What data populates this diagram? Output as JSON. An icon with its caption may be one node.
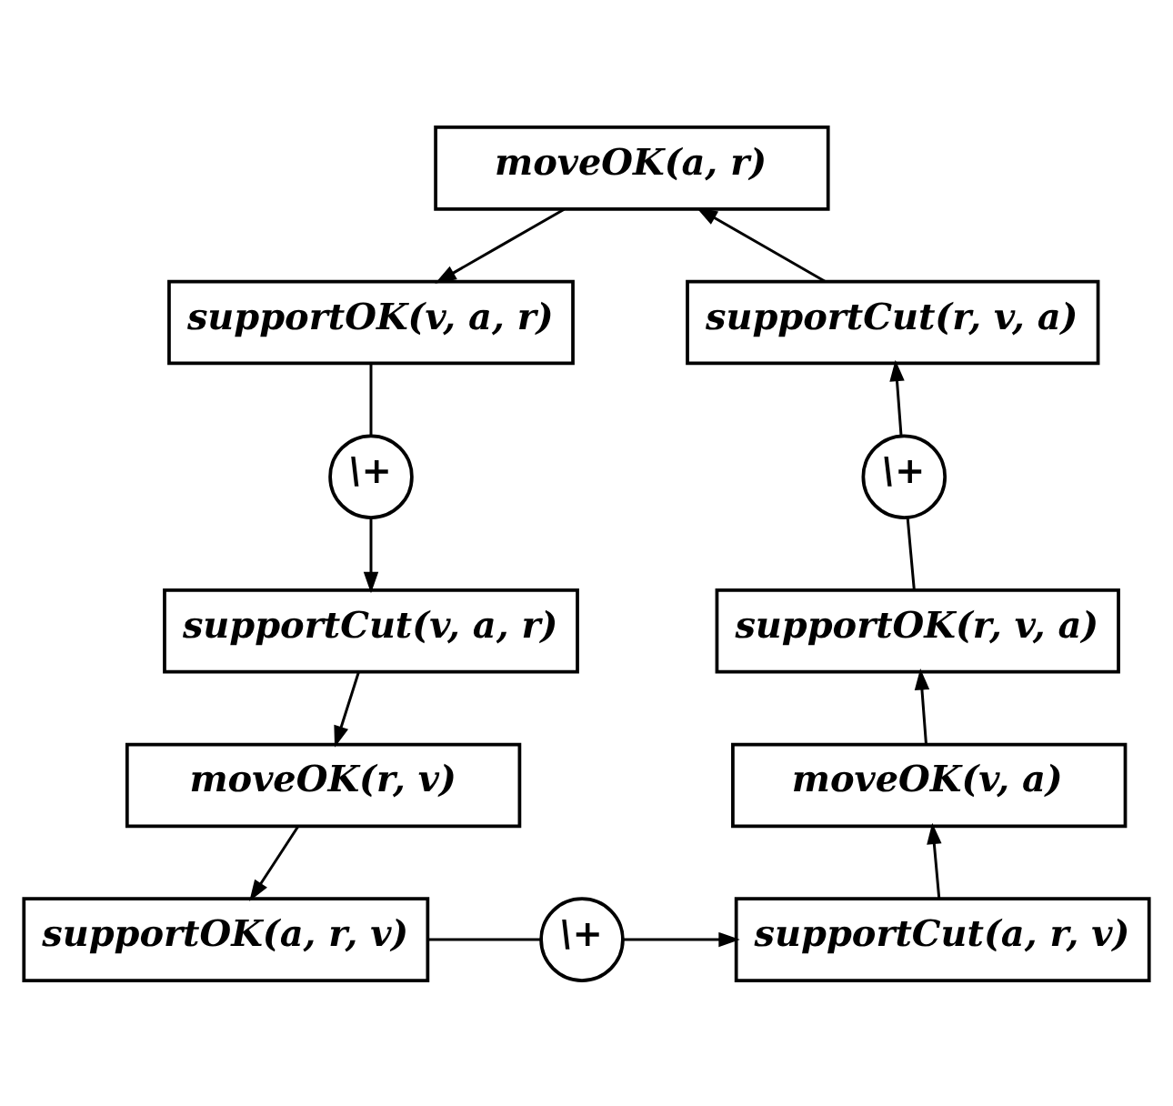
{
  "diagram": {
    "nodes": [
      {
        "text": [
          "moveOK(a, r)"
        ]
      },
      {
        "text": [
          "supportOK(v, a, r)"
        ]
      },
      {
        "text": [
          "\\+"
        ]
      },
      {
        "text": [
          "supportCut(v, a, r)"
        ]
      },
      {
        "text": [
          "moveOK(r, v)"
        ]
      },
      {
        "text": [
          "supportOK(a, r, v)"
        ]
      },
      {
        "text": [
          "\\+"
        ]
      },
      {
        "text": [
          "supportCut(a, r, v)"
        ]
      },
      {
        "text": [
          "moveOK(v, a)"
        ]
      },
      {
        "text": [
          "supportOK(r, v, a)"
        ]
      },
      {
        "text": [
          "\\+"
        ]
      },
      {
        "text": [
          "supportCut(r, v, a)"
        ]
      }
    ],
    "edges": [
      {
        "from": 0,
        "to": 1,
        "arrow": "to"
      },
      {
        "from": 1,
        "to": 2,
        "arrow": "none"
      },
      {
        "from": 2,
        "to": 3,
        "arrow": "to"
      },
      {
        "from": 3,
        "to": 4,
        "arrow": "to"
      },
      {
        "from": 4,
        "to": 5,
        "arrow": "to"
      },
      {
        "from": 5,
        "to": 6,
        "arrow": "none"
      },
      {
        "from": 6,
        "to": 7,
        "arrow": "to"
      },
      {
        "from": 7,
        "to": 8,
        "arrow": "to"
      },
      {
        "from": 8,
        "to": 9,
        "arrow": "to"
      },
      {
        "from": 9,
        "to": 10,
        "arrow": "none"
      },
      {
        "from": 10,
        "to": 11,
        "arrow": "to"
      },
      {
        "from": 11,
        "to": 0,
        "arrow": "to"
      }
    ]
  }
}
